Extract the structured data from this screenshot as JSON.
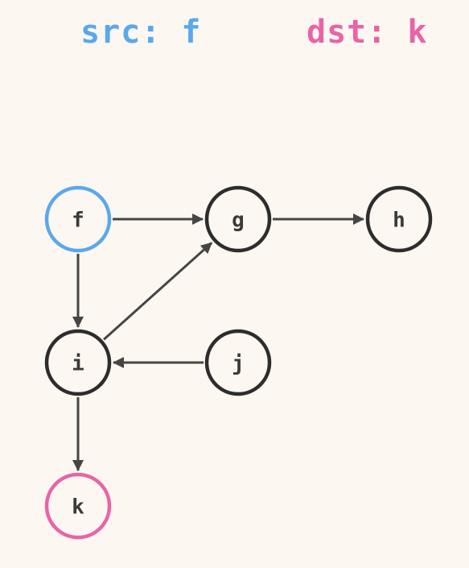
{
  "header": {
    "src_label": "src: f",
    "dst_label": "dst: k"
  },
  "colors": {
    "background": "#fdf7f1",
    "src": "#5aa8ec",
    "dst": "#e864a6",
    "node_stroke": "#2d2d2d",
    "edge": "#454545",
    "text": "#3a3a3a"
  },
  "graph": {
    "source": "f",
    "destination": "k",
    "nodes": [
      {
        "id": "f",
        "label": "f"
      },
      {
        "id": "g",
        "label": "g"
      },
      {
        "id": "h",
        "label": "h"
      },
      {
        "id": "i",
        "label": "i"
      },
      {
        "id": "j",
        "label": "j"
      },
      {
        "id": "k",
        "label": "k"
      }
    ],
    "edges": [
      {
        "from": "f",
        "to": "g"
      },
      {
        "from": "g",
        "to": "h"
      },
      {
        "from": "f",
        "to": "i"
      },
      {
        "from": "i",
        "to": "g"
      },
      {
        "from": "j",
        "to": "i"
      },
      {
        "from": "i",
        "to": "k"
      }
    ]
  }
}
